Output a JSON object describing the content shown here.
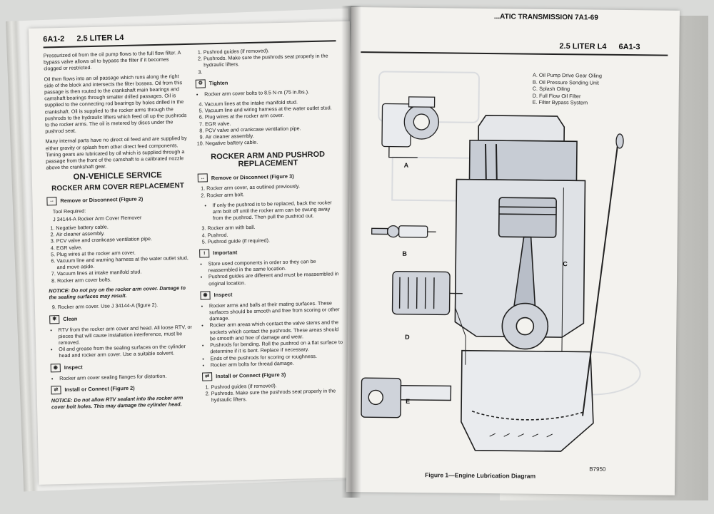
{
  "left_page": {
    "section_code": "6A1-2",
    "engine": "2.5 LITER L4",
    "col1": {
      "paragraphs": [
        "Pressurized oil from the oil pump flows to the full flow filter. A bypass valve allows oil to bypass the filter if it becomes clogged or restricted.",
        "Oil then flows into an oil passage which runs along the right side of the block and intersects the filter bosses. Oil from this passage is then routed to the crankshaft main bearings and camshaft bearings through smaller drilled passages. Oil is supplied to the connecting rod bearings by holes drilled in the crankshaft. Oil is supplied to the rocker arms through the pushrods to the hydraulic lifters which feed oil up the pushrods to the rocker arms. The oil is metered by discs under the pushrod seat.",
        "Many internal parts have no direct oil feed and are supplied by either gravity or splash from other direct feed components. Timing gears are lubricated by oil which is supplied through a passage from the front of the camshaft to a calibrated nozzle above the crankshaft gear."
      ],
      "heading_main": "ON-VEHICLE SERVICE",
      "heading_sub": "ROCKER ARM COVER REPLACEMENT",
      "remove_label": "Remove or Disconnect (Figure 2)",
      "tool_required": "Tool Required:",
      "tool": "J 34144-A Rocker Arm Cover Remover",
      "remove_steps": [
        "Negative battery cable.",
        "Air cleaner assembly.",
        "PCV valve and crankcase ventilation pipe.",
        "EGR valve.",
        "Plug wires at the rocker arm cover.",
        "Vacuum line and warning harness at the water outlet stud, and move aside.",
        "Vacuum lines at intake manifold stud.",
        "Rocker arm cover bolts."
      ],
      "notice1": "NOTICE: Do not pry on the rocker arm cover. Damage to the sealing surfaces may result.",
      "step9": "Rocker arm cover. Use J 34144-A (figure 2).",
      "clean_label": "Clean",
      "clean_items": [
        "RTV from the rocker arm cover and head. All loose RTV, or pieces that will cause installation interference, must be removed.",
        "Oil and grease from the sealing surfaces on the cylinder head and rocker arm cover. Use a suitable solvent."
      ],
      "inspect_label": "Inspect",
      "inspect_items": [
        "Rocker arm cover sealing flanges for distortion."
      ],
      "install_label": "Install or Connect (Figure 2)",
      "notice2": "NOTICE: Do not allow RTV sealant into the rocker arm cover bolt holes. This may damage the cylinder head."
    },
    "col2": {
      "install_steps": [
        "Pushrod guides (if removed).",
        "Pushrods. Make sure the pushrods seat properly in the hydraulic lifters."
      ],
      "tighten_label": "Tighten",
      "tighten_items": [
        "Rocker arm cover bolts to 8.5 N·m (75 in.lbs.)."
      ],
      "after_steps": [
        "Vacuum lines at the intake manifold stud.",
        "Vacuum line and wiring harness at the water outlet stud.",
        "Plug wires at the rocker arm cover.",
        "EGR valve.",
        "PCV valve and crankcase ventilation pipe.",
        "Air cleaner assembly.",
        "Negative battery cable."
      ],
      "heading": "ROCKER ARM AND PUSHROD REPLACEMENT",
      "remove_label": "Remove or Disconnect (Figure 3)",
      "remove_steps": [
        "Rocker arm cover, as outlined previously.",
        "Rocker arm bolt."
      ],
      "remove_bullet": "If only the pushrod is to be replaced, back the rocker arm bolt off until the rocker arm can be swung away from the pushrod. Then pull the pushrod out.",
      "remove_steps_b": [
        "Rocker arm with ball.",
        "Pushrod.",
        "Pushrod guide (if required)."
      ],
      "important_label": "Important",
      "important_items": [
        "Store used components in order so they can be reassembled in the same location.",
        "Pushrod guides are different and must be reassembled in original location."
      ],
      "inspect_label": "Inspect",
      "inspect_items": [
        "Rocker arms and balls at their mating surfaces. These surfaces should be smooth and free from scoring or other damage.",
        "Rocker arm areas which contact the valve stems and the sockets which contact the pushrods. These areas should be smooth and free of damage and wear.",
        "Pushrods for bending. Roll the pushrod on a flat surface to determine if it is bent. Replace if necessary.",
        "Ends of the pushrods for scoring or roughness.",
        "Rocker arm bolts for thread damage."
      ],
      "install_label": "Install or Connect (Figure 3)"
    }
  },
  "right_page": {
    "top_header": "...ATIC TRANSMISSION 7A1-69",
    "engine": "2.5 LITER L4",
    "section_code": "6A1-3",
    "legend": [
      "A. Oil Pump Drive Gear Oiling",
      "B. Oil Pressure Sending Unit",
      "C. Splash Oiling",
      "D. Full Flow Oil Filter",
      "E. Filter Bypass System"
    ],
    "labels": [
      "A",
      "B",
      "C",
      "D",
      "E"
    ],
    "figure_caption": "Figure 1—Engine Lubrication Diagram",
    "figure_code": "B7950"
  },
  "colors": {
    "paper": "#f3f2ee",
    "ink": "#222222",
    "diagram_fill": "#cfd3da"
  }
}
